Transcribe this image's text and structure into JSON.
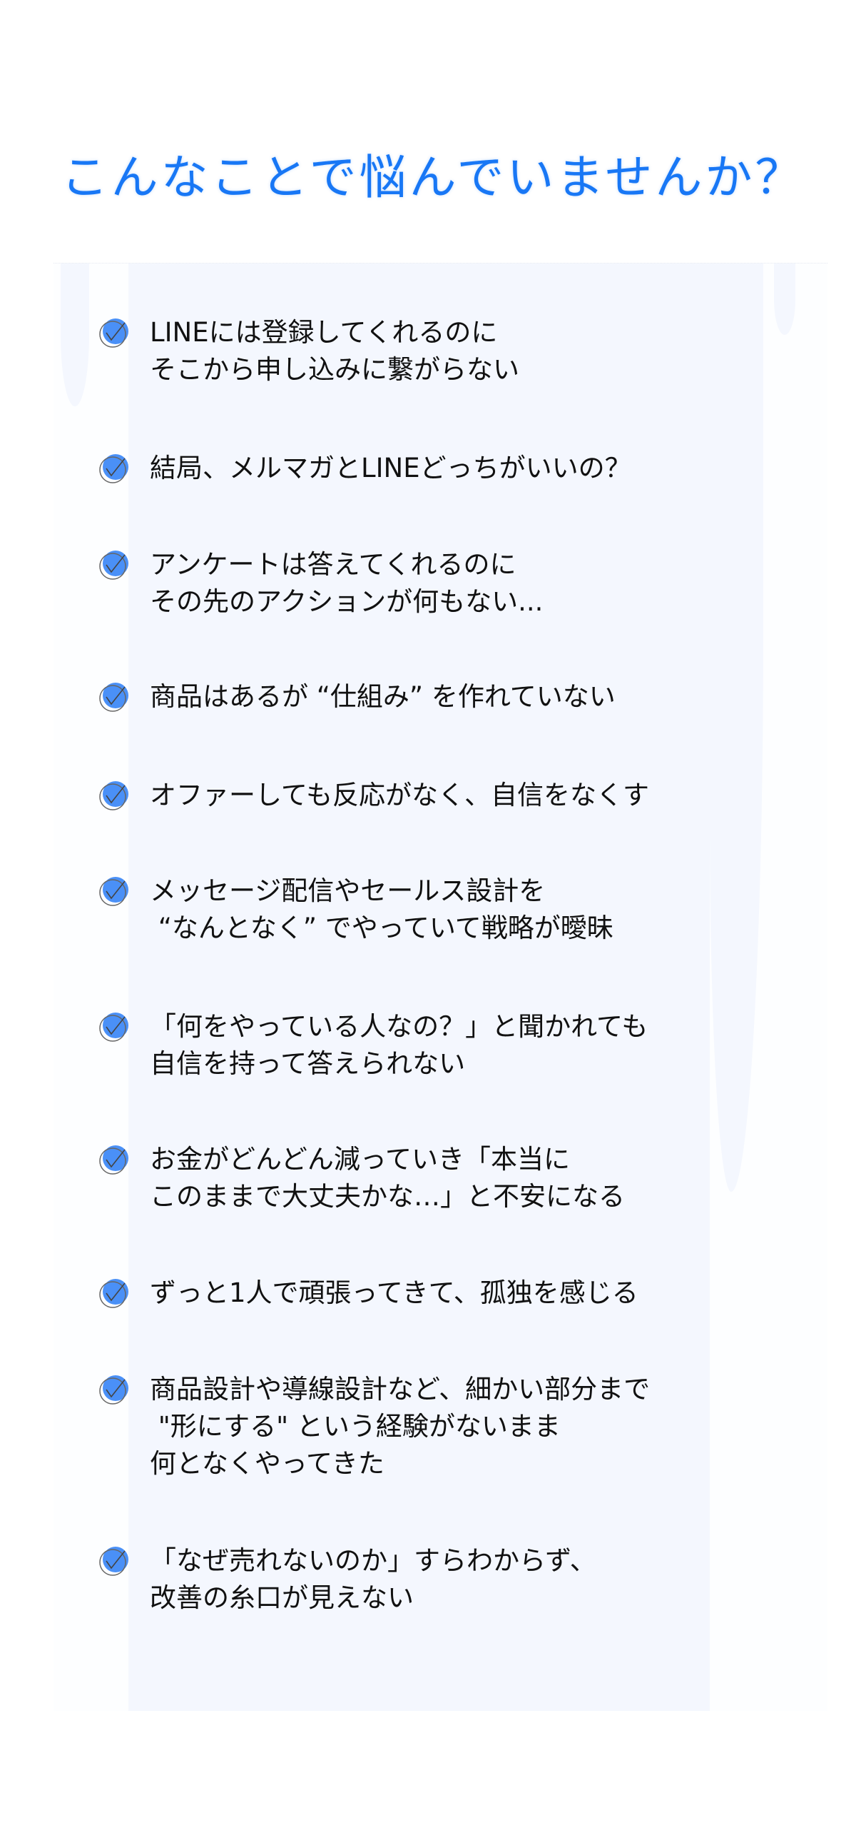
{
  "title": "こんなことで悩んでいませんか？",
  "accent_color": "#1877f5",
  "check_color": "#4a90f7",
  "items": [
    {
      "lines": [
        "LINEには登録してくれるのに",
        "そこから申し込みに繋がらない"
      ]
    },
    {
      "lines": [
        "結局、メルマガとLINEどっちがいいの？"
      ]
    },
    {
      "lines": [
        "アンケートは答えてくれるのに",
        "その先のアクションが何もない..."
      ]
    },
    {
      "lines": [
        "商品はあるが “仕組み” を作れていない"
      ]
    },
    {
      "lines": [
        "オファーしても反応がなく、自信をなくす"
      ]
    },
    {
      "lines": [
        "メッセージ配信やセールス設計を",
        " “なんとなく” でやっていて戦略が曖昧"
      ]
    },
    {
      "lines": [
        "「何をやっている人なの？」と聞かれても",
        "自信を持って答えられない"
      ]
    },
    {
      "lines": [
        "お金がどんどん減っていき「本当に",
        "このままで大丈夫かな…」と不安になる"
      ]
    },
    {
      "lines": [
        "ずっと1人で頑張ってきて、孤独を感じる"
      ]
    },
    {
      "lines": [
        "商品設計や導線設計など、細かい部分まで",
        " \"形にする\" という経験がないまま",
        "何となくやってきた"
      ]
    },
    {
      "lines": [
        "「なぜ売れないのか」すらわからず、",
        "改善の糸口が見えない"
      ]
    }
  ]
}
